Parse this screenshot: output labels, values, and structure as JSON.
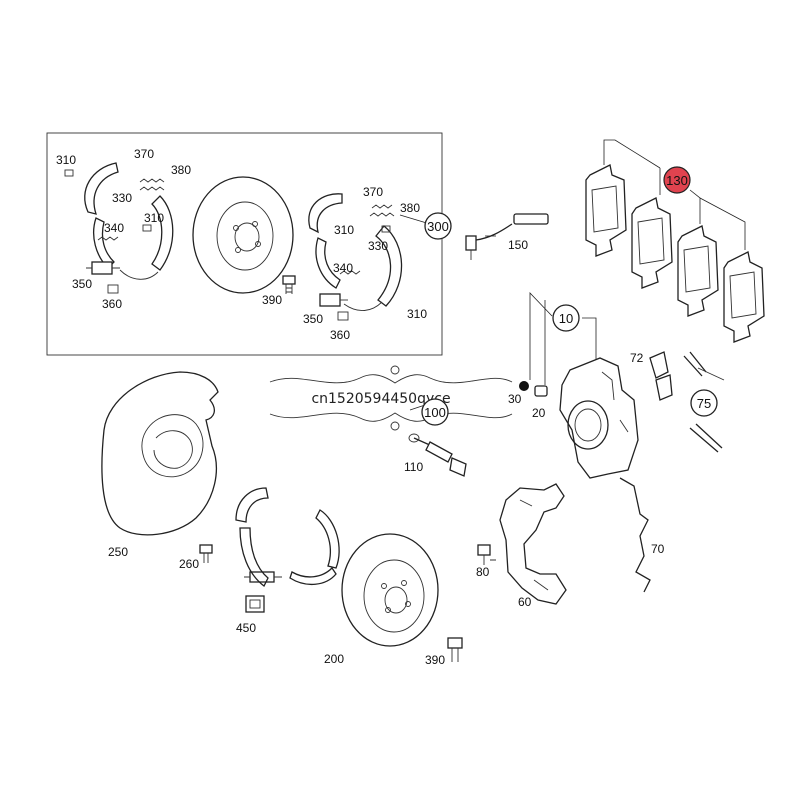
{
  "watermark": {
    "text": "cn1520594450qyce"
  },
  "callouts": [
    {
      "id": "c310a",
      "label": "310"
    },
    {
      "id": "c370a",
      "label": "370"
    },
    {
      "id": "c380a",
      "label": "380"
    },
    {
      "id": "c330a",
      "label": "330"
    },
    {
      "id": "c310b",
      "label": "310"
    },
    {
      "id": "c340a",
      "label": "340"
    },
    {
      "id": "c350a",
      "label": "350"
    },
    {
      "id": "c360a",
      "label": "360"
    },
    {
      "id": "c370b",
      "label": "370"
    },
    {
      "id": "c380b",
      "label": "380"
    },
    {
      "id": "c310c",
      "label": "310"
    },
    {
      "id": "c330b",
      "label": "330"
    },
    {
      "id": "c340b",
      "label": "340"
    },
    {
      "id": "c390a",
      "label": "390"
    },
    {
      "id": "c350b",
      "label": "350"
    },
    {
      "id": "c360b",
      "label": "360"
    },
    {
      "id": "c310d",
      "label": "310"
    },
    {
      "id": "c150",
      "label": "150"
    },
    {
      "id": "c30",
      "label": "30"
    },
    {
      "id": "c20",
      "label": "20"
    },
    {
      "id": "c110",
      "label": "110"
    },
    {
      "id": "c72",
      "label": "72"
    },
    {
      "id": "c250",
      "label": "250"
    },
    {
      "id": "c260",
      "label": "260"
    },
    {
      "id": "c450",
      "label": "450"
    },
    {
      "id": "c80",
      "label": "80"
    },
    {
      "id": "c60",
      "label": "60"
    },
    {
      "id": "c70",
      "label": "70"
    },
    {
      "id": "c200",
      "label": "200"
    },
    {
      "id": "c390b",
      "label": "390"
    }
  ],
  "circle_callouts": [
    {
      "id": "k300",
      "label": "300"
    },
    {
      "id": "k10",
      "label": "10"
    },
    {
      "id": "k100",
      "label": "100"
    },
    {
      "id": "k75",
      "label": "75"
    },
    {
      "id": "k130",
      "label": "130",
      "highlight": true
    }
  ],
  "colors": {
    "highlight": "#e0434f",
    "line": "#222222"
  }
}
